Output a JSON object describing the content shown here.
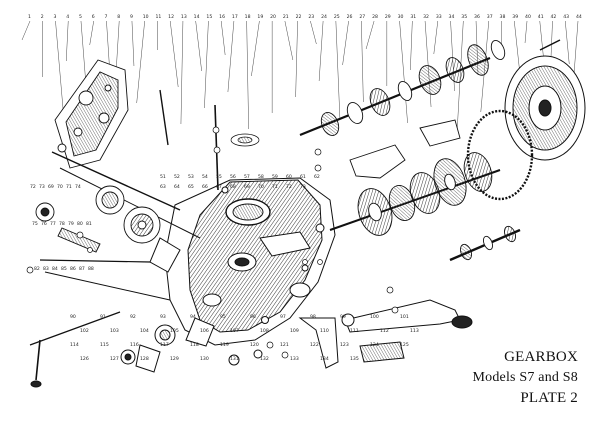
{
  "caption": {
    "title": "GEARBOX",
    "models": "Models S7 and S8",
    "plate": "PLATE 2"
  },
  "top_part_numbers": [
    "1",
    "2",
    "3",
    "4",
    "5",
    "6",
    "7",
    "8",
    "9",
    "10",
    "11",
    "12",
    "13",
    "14",
    "15",
    "16",
    "17",
    "18",
    "19",
    "20",
    "21",
    "22",
    "23",
    "24",
    "25",
    "26",
    "27",
    "28",
    "29",
    "30",
    "31",
    "32",
    "33",
    "34",
    "35",
    "36",
    "37",
    "38",
    "39",
    "40",
    "41",
    "42",
    "43",
    "44"
  ],
  "middle_part_numbers": [
    "51",
    "52",
    "53",
    "54",
    "55",
    "56",
    "57",
    "58",
    "59",
    "60",
    "61",
    "62",
    "63",
    "64",
    "65",
    "66",
    "67",
    "68",
    "69",
    "70",
    "71",
    "72",
    "73"
  ],
  "left_part_numbers": [
    "72",
    "73",
    "69",
    "70",
    "71",
    "74",
    "75",
    "76",
    "77",
    "78",
    "79",
    "80",
    "81",
    "82",
    "83",
    "84",
    "85",
    "86",
    "87",
    "88"
  ],
  "lower_part_numbers": [
    "90",
    "91",
    "92",
    "93",
    "94",
    "95",
    "96",
    "97",
    "98",
    "99",
    "100",
    "101",
    "102",
    "103",
    "104",
    "105",
    "106",
    "107",
    "108",
    "109",
    "110",
    "111",
    "112",
    "113",
    "114",
    "115",
    "116",
    "117",
    "118",
    "119",
    "120",
    "121",
    "122",
    "123",
    "124",
    "125",
    "126",
    "127",
    "128",
    "129",
    "130",
    "131",
    "132",
    "133",
    "134",
    "135"
  ],
  "colors": {
    "ink": "#1a1a1a",
    "paper": "#ffffff"
  }
}
